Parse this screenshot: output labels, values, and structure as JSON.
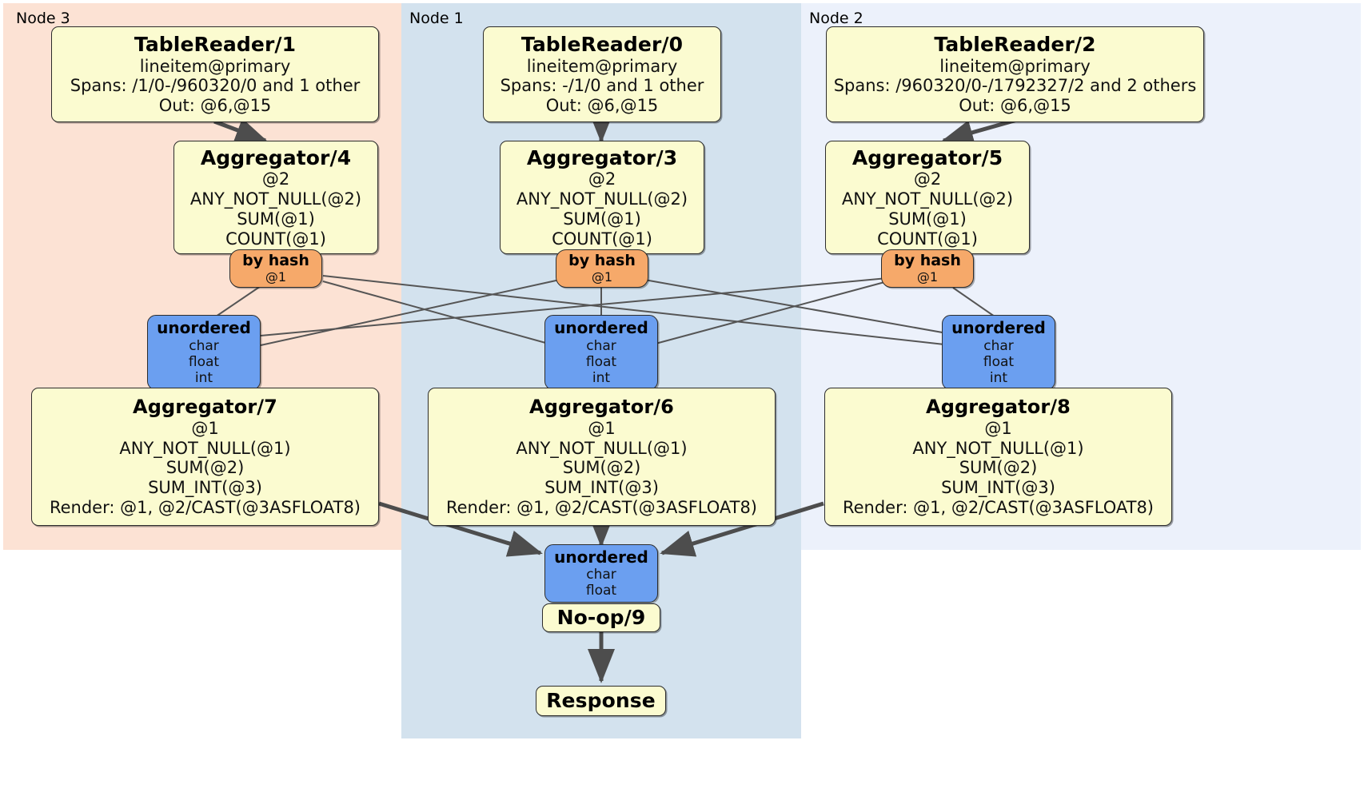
{
  "diagram": {
    "type": "distributed-query-plan",
    "colors": {
      "node3_panel": "#fce2d4",
      "node1_panel": "#d3e2ee",
      "node2_panel": "#ecf1fb",
      "processor_fill": "#fbfbd0",
      "router_fill": "#f6a96a",
      "synchronizer_fill": "#6b9ff0",
      "border": "#2c2c2c",
      "edge": "#555555"
    }
  },
  "clusters": [
    {
      "id": "node3",
      "label": "Node 3"
    },
    {
      "id": "node1",
      "label": "Node 1"
    },
    {
      "id": "node2",
      "label": "Node 2"
    }
  ],
  "nodes": {
    "tablereader_1": {
      "title": "TableReader/1",
      "lines": [
        "lineitem@primary",
        "Spans: /1/0-/960320/0 and 1 other",
        "Out: @6,@15"
      ]
    },
    "tablereader_0": {
      "title": "TableReader/0",
      "lines": [
        "lineitem@primary",
        "Spans: -/1/0 and 1 other",
        "Out: @6,@15"
      ]
    },
    "tablereader_2": {
      "title": "TableReader/2",
      "lines": [
        "lineitem@primary",
        "Spans: /960320/0-/1792327/2 and 2 others",
        "Out: @6,@15"
      ]
    },
    "aggregator_4": {
      "title": "Aggregator/4",
      "lines": [
        "@2",
        "ANY_NOT_NULL(@2)",
        "SUM(@1)",
        "COUNT(@1)"
      ]
    },
    "aggregator_3": {
      "title": "Aggregator/3",
      "lines": [
        "@2",
        "ANY_NOT_NULL(@2)",
        "SUM(@1)",
        "COUNT(@1)"
      ]
    },
    "aggregator_5": {
      "title": "Aggregator/5",
      "lines": [
        "@2",
        "ANY_NOT_NULL(@2)",
        "SUM(@1)",
        "COUNT(@1)"
      ]
    },
    "byhash_left": {
      "title": "by hash",
      "lines": [
        "@1"
      ]
    },
    "byhash_mid": {
      "title": "by hash",
      "lines": [
        "@1"
      ]
    },
    "byhash_right": {
      "title": "by hash",
      "lines": [
        "@1"
      ]
    },
    "unordered_left": {
      "title": "unordered",
      "lines": [
        "char",
        "float",
        "int"
      ]
    },
    "unordered_mid": {
      "title": "unordered",
      "lines": [
        "char",
        "float",
        "int"
      ]
    },
    "unordered_right": {
      "title": "unordered",
      "lines": [
        "char",
        "float",
        "int"
      ]
    },
    "aggregator_7": {
      "title": "Aggregator/7",
      "lines": [
        "@1",
        "ANY_NOT_NULL(@1)",
        "SUM(@2)",
        "SUM_INT(@3)",
        "Render: @1, @2/CAST(@3ASFLOAT8)"
      ]
    },
    "aggregator_6": {
      "title": "Aggregator/6",
      "lines": [
        "@1",
        "ANY_NOT_NULL(@1)",
        "SUM(@2)",
        "SUM_INT(@3)",
        "Render: @1, @2/CAST(@3ASFLOAT8)"
      ]
    },
    "aggregator_8": {
      "title": "Aggregator/8",
      "lines": [
        "@1",
        "ANY_NOT_NULL(@1)",
        "SUM(@2)",
        "SUM_INT(@3)",
        "Render: @1, @2/CAST(@3ASFLOAT8)"
      ]
    },
    "unordered_final": {
      "title": "unordered",
      "lines": [
        "char",
        "float"
      ]
    },
    "noop_9": {
      "title": "No-op/9",
      "lines": []
    },
    "response": {
      "title": "Response",
      "lines": []
    }
  }
}
